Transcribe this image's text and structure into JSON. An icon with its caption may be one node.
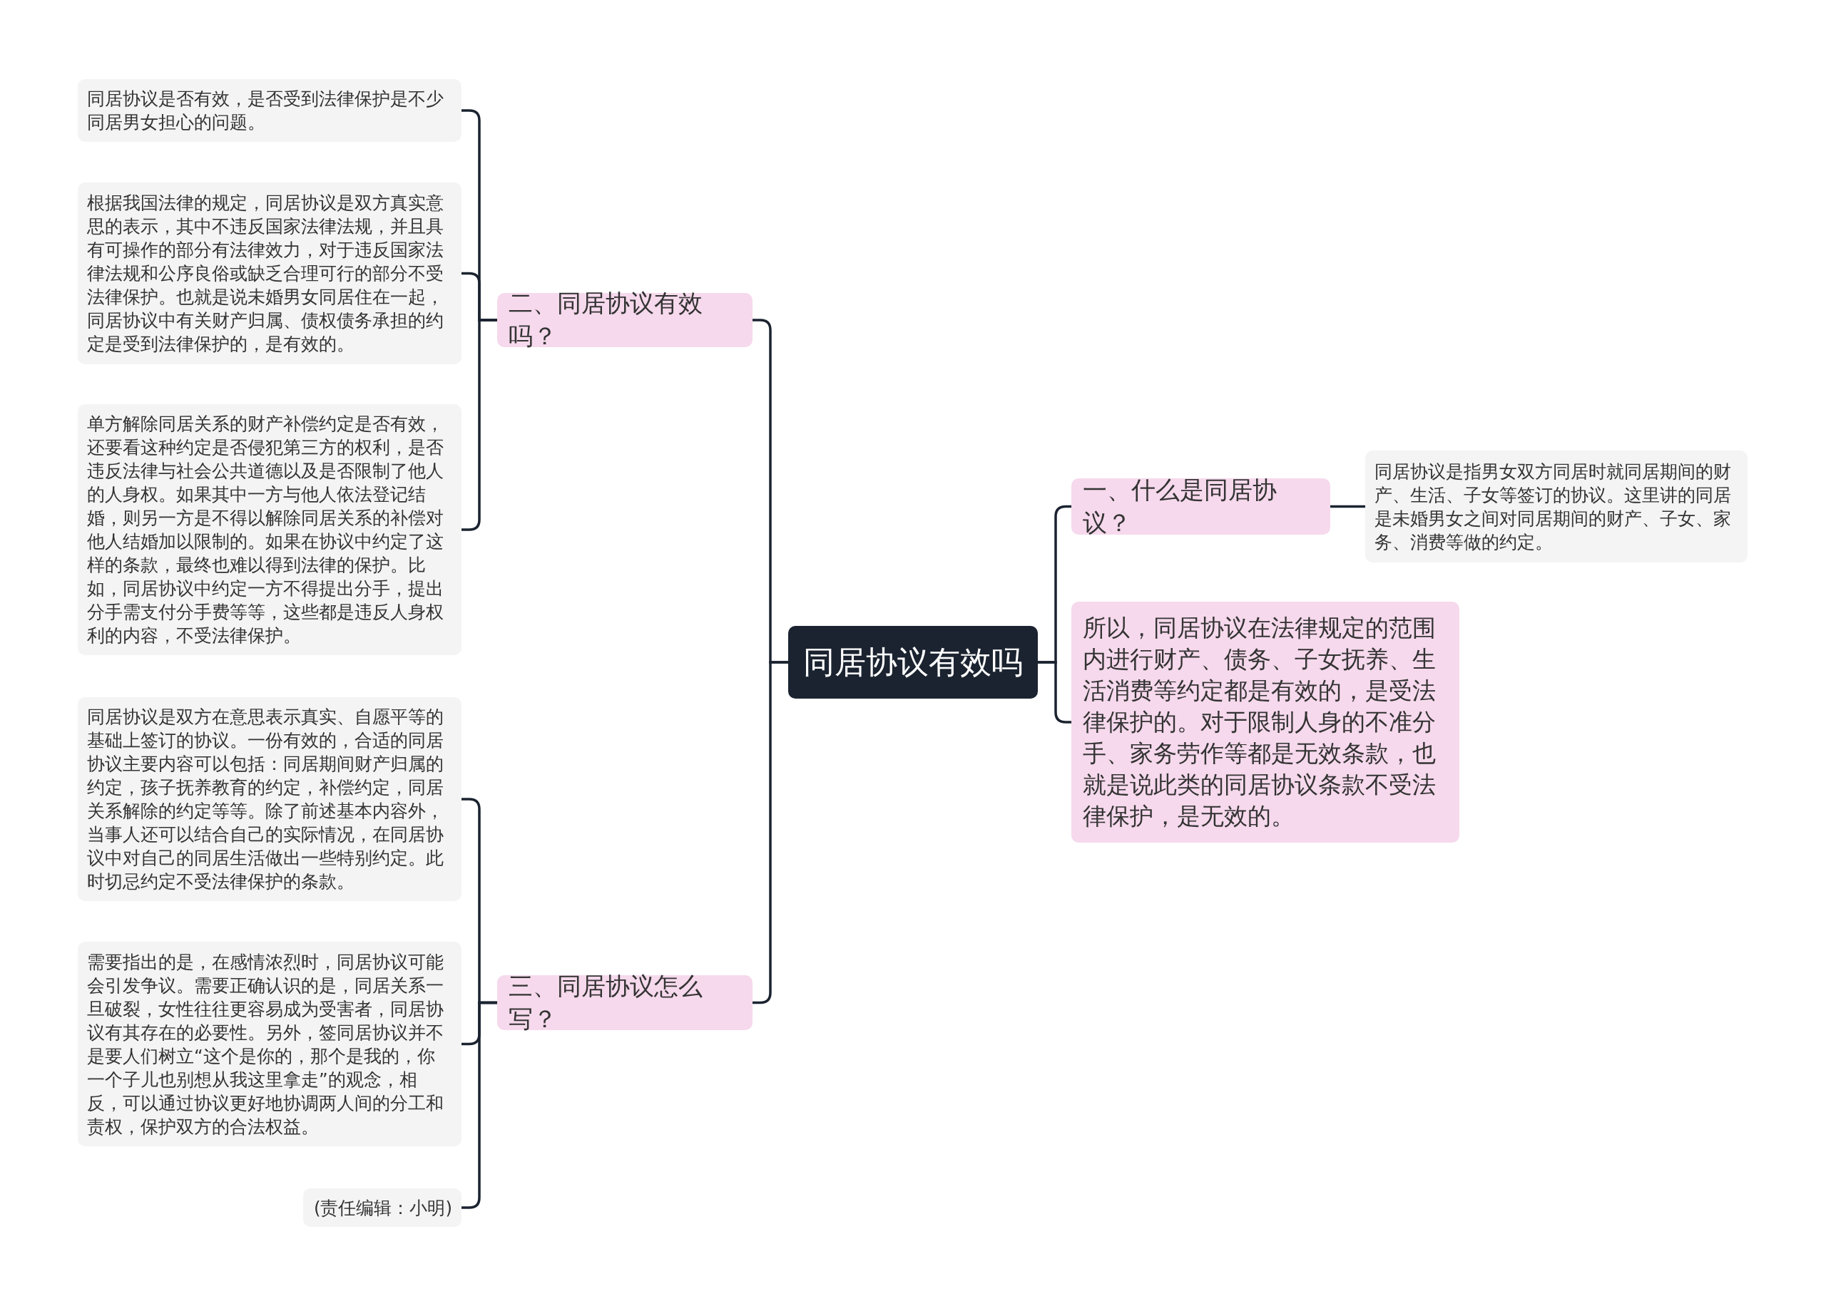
{
  "diagram": {
    "nodes": [
      {
        "text": [
          "同居协议有效吗"
        ]
      },
      {
        "text": [
          "一、什么是同居协议？"
        ]
      },
      {
        "text": [
          "同居协议是指男女双方同居时就同居期间的财产、生活、子女等签订的协议。这里讲的同居是未婚男女之间对同居期间的财产、子女、家务、消费等做的约定。"
        ]
      },
      {
        "text": [
          "所以，同居协议在法律规定的范围内进行财产、债务、子女抚养、生活消费等约定都是有效的，是受法律保护的。对于限制人身的不准分手、家务劳作等都是无效条款，也就是说此类的同居协议条款不受法律保护，是无效的。"
        ]
      },
      {
        "text": [
          "二、同居协议有效吗？"
        ]
      },
      {
        "text": [
          "同居协议是否有效，是否受到法律保护是不少同居男女担心的问题。"
        ]
      },
      {
        "text": [
          "根据我国法律的规定，同居协议是双方真实意思的表示，其中不违反国家法律法规，并且具有可操作的部分有法律效力，对于违反国家法律法规和公序良俗或缺乏合理可行的部分不受法律保护。也就是说未婚男女同居住在一起，同居协议中有关财产归属、债权债务承担的约定是受到法律保护的，是有效的。"
        ]
      },
      {
        "text": [
          "单方解除同居关系的财产补偿约定是否有效，还要看这种约定是否侵犯第三方的权利，是否违反法律与社会公共道德以及是否限制了他人的人身权。如果其中一方与他人依法登记结婚，则另一方是不得以解除同居关系的补偿对他人结婚加以限制的。如果在协议中约定了这样的条款，最终也难以得到法律的保护。比如，同居协议中约定一方不得提出分手，提出分手需支付分手费等等，这些都是违反人身权利的内容，不受法律保护。"
        ]
      },
      {
        "text": [
          "三、同居协议怎么写？"
        ]
      },
      {
        "text": [
          "同居协议是双方在意思表示真实、自愿平等的基础上签订的协议。一份有效的，合适的同居协议主要内容可以包括：同居期间财产归属的约定，孩子抚养教育的约定，补偿约定，同居关系解除的约定等等。除了前述基本内容外，当事人还可以结合自己的实际情况，在同居协议中对自己的同居生活做出一些特别约定。此时切忌约定不受法律保护的条款。"
        ]
      },
      {
        "text": [
          "需要指出的是，在感情浓烈时，同居协议可能会引发争议。需要正确认识的是，同居关系一旦破裂，女性往往更容易成为受害者，同居协议有其存在的必要性。另外，签同居协议并不是要人们树立“这个是你的，那个是我的，你一个子儿也别想从我这里拿走”的观念，相反，可以通过协议更好地协调两人间的分工和责权，保护双方的合法权益。"
        ]
      },
      {
        "text": [
          "(责任编辑：小明)"
        ]
      }
    ],
    "edges": [
      {
        "from": 0,
        "to": 1,
        "arrow": "none"
      },
      {
        "from": 0,
        "to": 3,
        "arrow": "none"
      },
      {
        "from": 1,
        "to": 2,
        "arrow": "none"
      },
      {
        "from": 0,
        "to": 4,
        "arrow": "none"
      },
      {
        "from": 4,
        "to": 5,
        "arrow": "none"
      },
      {
        "from": 4,
        "to": 6,
        "arrow": "none"
      },
      {
        "from": 4,
        "to": 7,
        "arrow": "none"
      },
      {
        "from": 0,
        "to": 8,
        "arrow": "none"
      },
      {
        "from": 8,
        "to": 9,
        "arrow": "none"
      },
      {
        "from": 8,
        "to": 10,
        "arrow": "none"
      },
      {
        "from": 8,
        "to": 11,
        "arrow": "none"
      }
    ]
  }
}
